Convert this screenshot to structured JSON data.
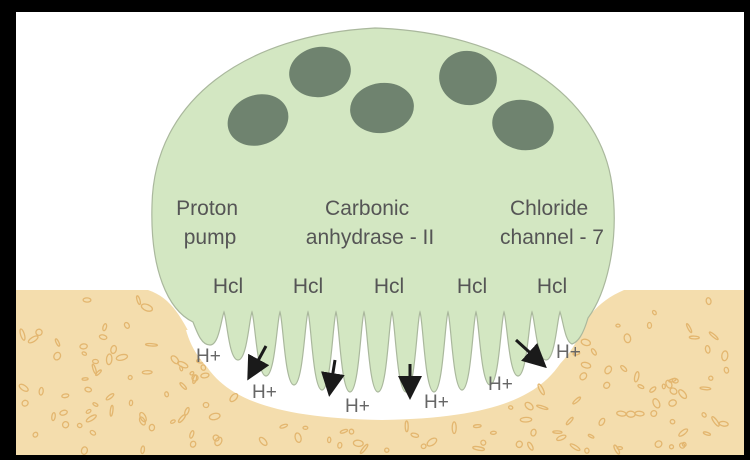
{
  "labels": {
    "proton_pump": [
      "Proton",
      "pump"
    ],
    "carbonic_anhydrase": [
      "Carbonic",
      "anhydrase - II"
    ],
    "chloride_channel": [
      "Chloride",
      "channel - 7"
    ]
  },
  "hcl_labels": [
    "Hcl",
    "Hcl",
    "Hcl",
    "Hcl",
    "Hcl"
  ],
  "proton_labels": [
    "H+",
    "H+",
    "H+",
    "H+",
    "H+",
    "H+"
  ],
  "colors": {
    "cell_fill": "#d3e7c2",
    "nucleus_fill": "#6f836f",
    "bone_fill": "#f4ddad",
    "bone_texture": "#e3b66f",
    "lacuna_fill": "#ffffff",
    "text": "#555555",
    "arrow": "#1a1a1a"
  }
}
